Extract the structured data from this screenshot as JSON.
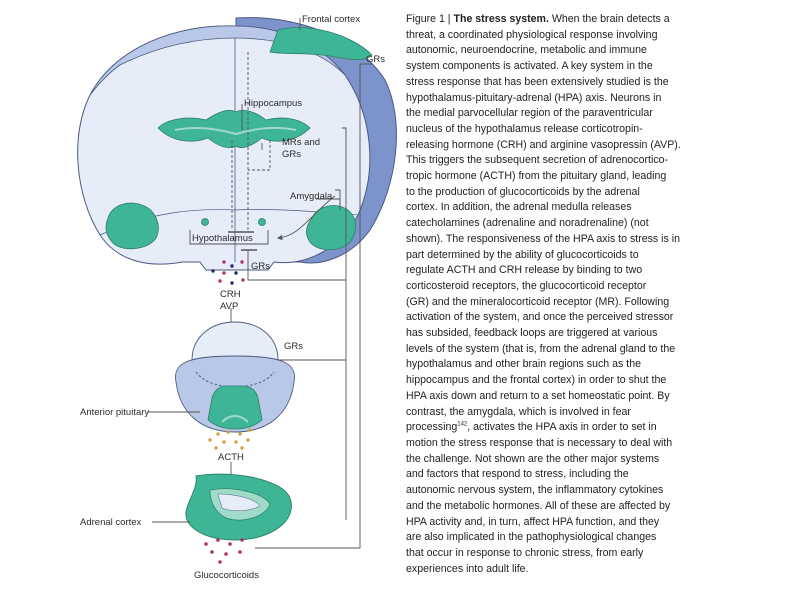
{
  "diagram": {
    "labels": {
      "frontal_cortex": "Frontal cortex",
      "grs_top": "GRs",
      "hippocampus": "Hippocampus",
      "mrs_and_grs_line1": "MRs and",
      "mrs_and_grs_line2": "GRs",
      "amygdala": "Amygdala",
      "hypothalamus": "Hypothalamus",
      "grs_hypothalamus": "GRs",
      "crh": "CRH",
      "avp": "AVP",
      "grs_pituitary": "GRs",
      "anterior_pituitary": "Anterior pituitary",
      "acth": "ACTH",
      "adrenal_cortex": "Adrenal cortex",
      "glucocorticoids": "Glucocorticoids"
    },
    "colors": {
      "tissue_light": "#e6ecf8",
      "tissue_mid": "#b9c8e8",
      "tissue_dark": "#7d93cc",
      "region_green": "#3eb596",
      "region_green_light": "#9fdbc8",
      "outline": "#4a5a80",
      "line": "#555555",
      "dot_pink": "#b0306e",
      "dot_navy": "#1c2a78",
      "dot_gold": "#d4a23a"
    }
  },
  "caption": {
    "figure_label": "Figure 1 | ",
    "title": "The stress system.",
    "lines": [
      "When the brain detects a",
      "threat, a coordinated physiological response involving",
      "autonomic, neuroendocrine, metabolic and immune",
      "system components is activated. A key system in the",
      "stress response that has been extensively studied is the",
      "hypothalamus-pituitary-adrenal (HPA) axis. Neurons in",
      "the medial parvocellular region of the paraventricular",
      "nucleus of the hypothalamus release corticotropin-",
      "releasing hormone (CRH) and arginine vasopressin (AVP).",
      "This triggers the subsequent secretion of adrenocortico-",
      "tropic hormone (ACTH) from the pituitary gland, leading",
      "to the production of glucocorticoids by the adrenal",
      "cortex. In addition, the adrenal medulla releases",
      "catecholamines (adrenaline and noradrenaline) (not",
      "shown). The responsiveness of the HPA axis to stress is in",
      "part determined by the ability of glucocorticoids to",
      "regulate ACTH and CRH release by binding to two",
      "corticosteroid receptors, the glucocorticoid receptor",
      "(GR) and the mineralocorticoid receptor (MR). Following",
      "activation of the system, and once the perceived stressor",
      "has subsided, feedback loops are triggered at various",
      "levels of the system (that is, from the adrenal gland to the",
      "hypothalamus and other brain regions such as the",
      "hippocampus and the frontal cortex) in order to shut the",
      "HPA axis down and return to a set homeostatic point. By",
      "contrast, the amygdala, which is involved in fear",
      "processing",
      "motion the stress response that is necessary to deal with",
      "the challenge. Not shown are the other major systems",
      "and factors that respond to stress, including the",
      "autonomic nervous system, the inflammatory cytokines",
      "and the metabolic hormones. All of these are affected by",
      "HPA activity and, in turn, affect HPA function, and they",
      "are also implicated in the pathophysiological changes",
      "that occur in response to chronic stress, from early",
      "experiences into adult life."
    ],
    "ref_superscript": "142",
    "line27_tail": ", activates the HPA axis in order to set in"
  }
}
